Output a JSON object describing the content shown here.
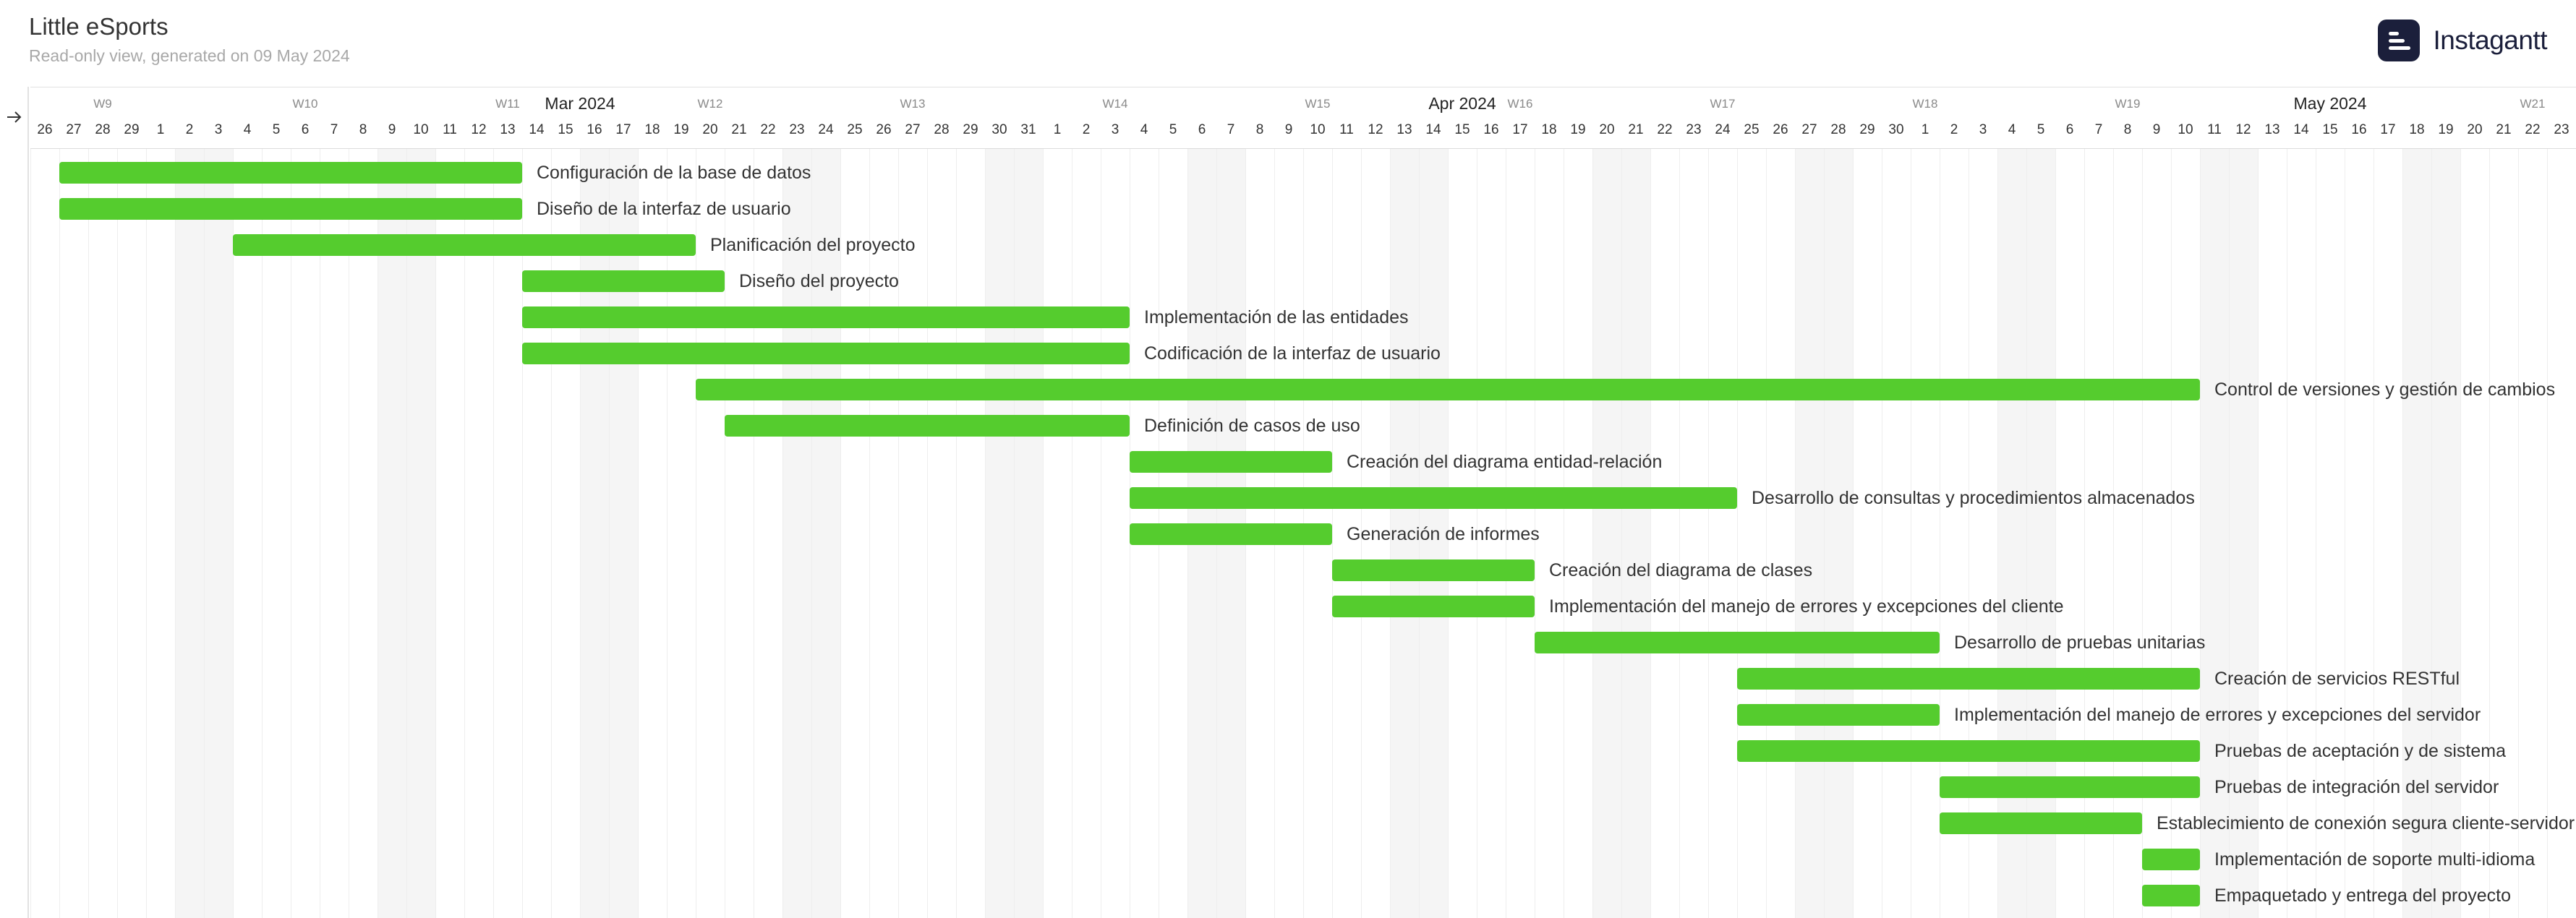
{
  "header": {
    "title": "Little eSports",
    "subtitle": "Read-only view, generated on 09 May 2024",
    "brand": "Instagantt"
  },
  "timeline": {
    "days": [
      "26",
      "27",
      "28",
      "29",
      "1",
      "2",
      "3",
      "4",
      "5",
      "6",
      "7",
      "8",
      "9",
      "10",
      "11",
      "12",
      "13",
      "14",
      "15",
      "16",
      "17",
      "18",
      "19",
      "20",
      "21",
      "22",
      "23",
      "24",
      "25",
      "26",
      "27",
      "28",
      "29",
      "30",
      "31",
      "1",
      "2",
      "3",
      "4",
      "5",
      "6",
      "7",
      "8",
      "9",
      "10",
      "11",
      "12",
      "13",
      "14",
      "15",
      "16",
      "17",
      "18",
      "19",
      "20",
      "21",
      "22",
      "23",
      "24",
      "25",
      "26",
      "27",
      "28",
      "29",
      "30",
      "1",
      "2",
      "3",
      "4",
      "5",
      "6",
      "7",
      "8",
      "9",
      "10",
      "11",
      "12",
      "13",
      "14",
      "15",
      "16",
      "17",
      "18",
      "19",
      "20",
      "21",
      "22",
      "23"
    ],
    "weeks": [
      {
        "label": "W9",
        "day_index": 2
      },
      {
        "label": "W10",
        "day_index": 9
      },
      {
        "label": "W11",
        "day_index": 16
      },
      {
        "label": "W12",
        "day_index": 23
      },
      {
        "label": "W13",
        "day_index": 30
      },
      {
        "label": "W14",
        "day_index": 37
      },
      {
        "label": "W15",
        "day_index": 44
      },
      {
        "label": "W16",
        "day_index": 51
      },
      {
        "label": "W17",
        "day_index": 58
      },
      {
        "label": "W18",
        "day_index": 65
      },
      {
        "label": "W19",
        "day_index": 72
      },
      {
        "label": "W21",
        "day_index": 86
      }
    ],
    "months": [
      {
        "label": "Mar 2024",
        "day_index": 19
      },
      {
        "label": "Apr 2024",
        "day_index": 49.5
      },
      {
        "label": "May 2024",
        "day_index": 79.5
      }
    ],
    "weekend_start_indices": [
      5,
      12,
      19,
      26,
      33,
      40,
      47,
      54,
      61,
      68,
      75,
      82
    ]
  },
  "tasks": [
    {
      "name": "Configuración de la base de datos",
      "start": 1,
      "end": 17
    },
    {
      "name": "Diseño de la interfaz de usuario",
      "start": 1,
      "end": 17
    },
    {
      "name": "Planificación del proyecto",
      "start": 7,
      "end": 23
    },
    {
      "name": "Diseño del proyecto",
      "start": 17,
      "end": 24
    },
    {
      "name": "Implementación de las entidades",
      "start": 17,
      "end": 38
    },
    {
      "name": "Codificación de la interfaz de usuario",
      "start": 17,
      "end": 38
    },
    {
      "name": "Control de versiones y gestión de cambios",
      "start": 23,
      "end": 75
    },
    {
      "name": "Definición de casos de uso",
      "start": 24,
      "end": 38
    },
    {
      "name": "Creación del diagrama entidad-relación",
      "start": 38,
      "end": 45
    },
    {
      "name": "Desarrollo de consultas y procedimientos almacenados",
      "start": 38,
      "end": 59
    },
    {
      "name": "Generación de informes",
      "start": 38,
      "end": 45
    },
    {
      "name": "Creación del diagrama de clases",
      "start": 45,
      "end": 52
    },
    {
      "name": "Implementación del manejo de errores y excepciones del cliente",
      "start": 45,
      "end": 52
    },
    {
      "name": "Desarrollo de pruebas unitarias",
      "start": 52,
      "end": 66
    },
    {
      "name": "Creación de servicios RESTful",
      "start": 59,
      "end": 75
    },
    {
      "name": "Implementación del manejo de errores y excepciones del servidor",
      "start": 59,
      "end": 66
    },
    {
      "name": "Pruebas de aceptación y de sistema",
      "start": 59,
      "end": 75
    },
    {
      "name": "Pruebas de integración del servidor",
      "start": 66,
      "end": 75
    },
    {
      "name": "Establecimiento de conexión segura cliente-servidor",
      "start": 66,
      "end": 73
    },
    {
      "name": "Implementación de soporte multi-idioma",
      "start": 73,
      "end": 75
    },
    {
      "name": "Empaquetado y entrega del proyecto",
      "start": 73,
      "end": 75
    }
  ],
  "colors": {
    "bar": "#55cc2e",
    "weekend": "#f5f5f5",
    "brand": "#1b1f3b"
  },
  "icons": {
    "nav": "arrow-right-icon",
    "logo": "instagantt-logo-icon"
  }
}
